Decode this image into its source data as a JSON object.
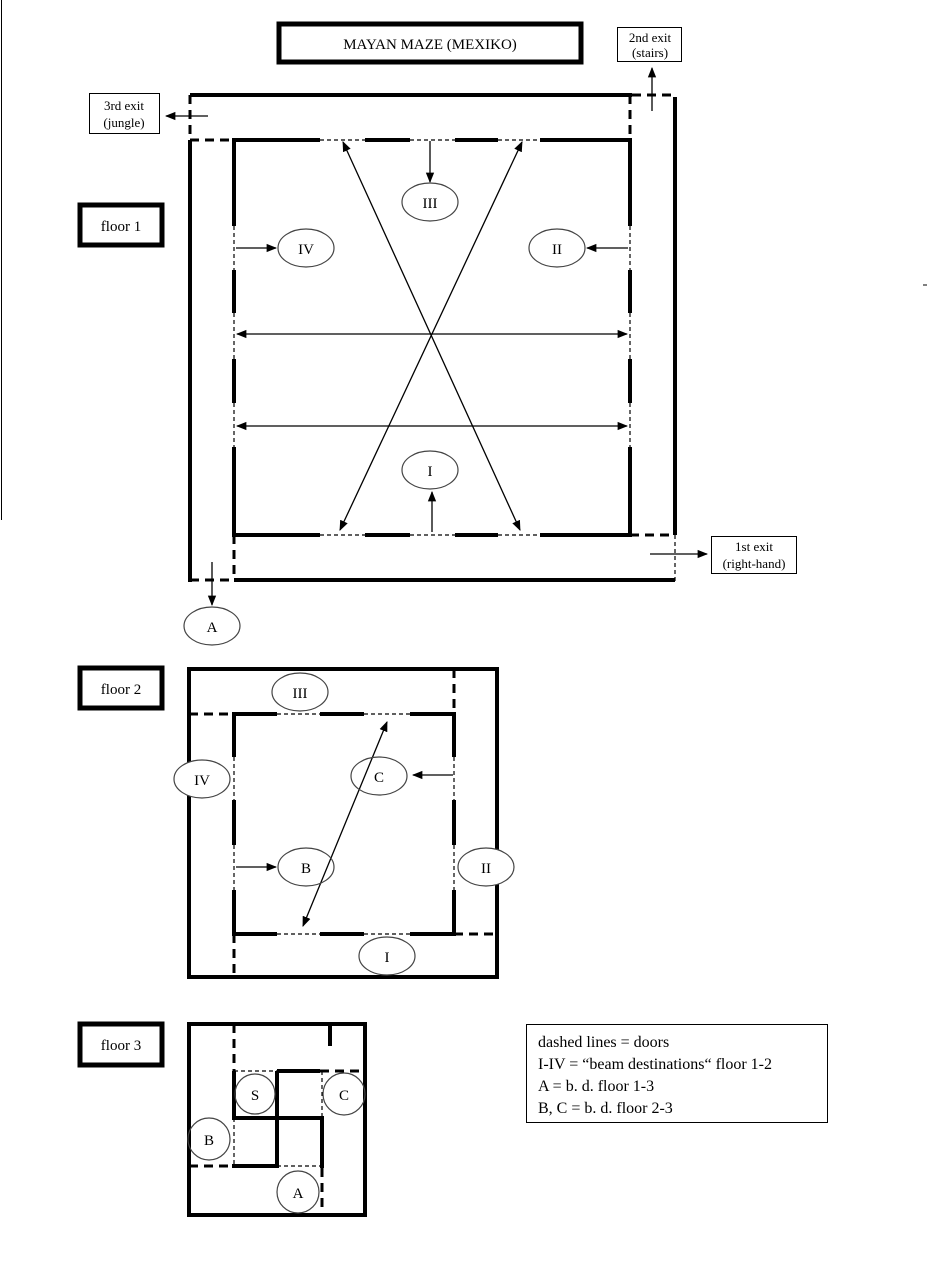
{
  "title": "MAYAN MAZE (MEXIKO)",
  "floors": {
    "f1": "floor 1",
    "f2": "floor 2",
    "f3": "floor 3"
  },
  "exits": {
    "first": [
      "1st exit",
      "(right-hand)"
    ],
    "second": [
      "2nd exit",
      "(stairs)"
    ],
    "third": [
      "3rd exit",
      "(jungle)"
    ]
  },
  "floor1_labels": {
    "I": "I",
    "II": "II",
    "III": "III",
    "IV": "IV",
    "A": "A"
  },
  "floor2_labels": {
    "I": "I",
    "II": "II",
    "III": "III",
    "IV": "IV",
    "B": "B",
    "C": "C"
  },
  "floor3_labels": {
    "S": "S",
    "A": "A",
    "B": "B",
    "C": "C"
  },
  "legend": [
    "dashed lines = doors",
    "I-IV = “beam destinations“ floor 1-2",
    "A = b. d. floor 1-3",
    "B, C = b. d. floor 2-3"
  ]
}
